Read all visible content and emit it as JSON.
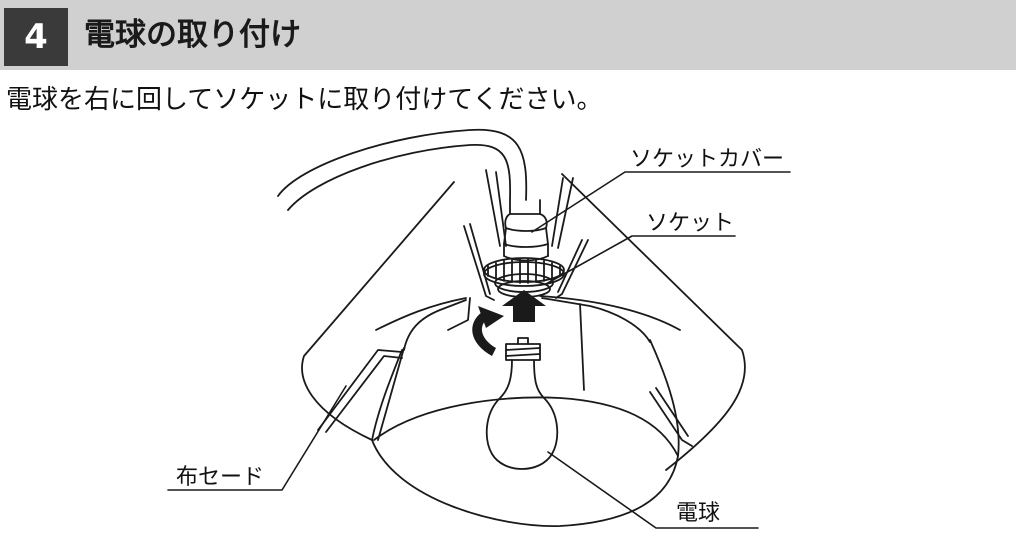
{
  "header": {
    "step_number": "4",
    "title": "電球の取り付け"
  },
  "instruction": "電球を右に回してソケットに取り付けてください。",
  "labels": {
    "socket_cover": "ソケットカバー",
    "socket": "ソケット",
    "fabric_shade": "布セード",
    "bulb": "電球"
  },
  "colors": {
    "header_bg": "#d0d0d0",
    "number_bg": "#3a3a3a",
    "arrow": "#1a1a1a"
  },
  "icons": {
    "rotate_arrow": "rotate-clockwise-arrow-icon",
    "insert_arrow": "arrow-up-icon"
  }
}
